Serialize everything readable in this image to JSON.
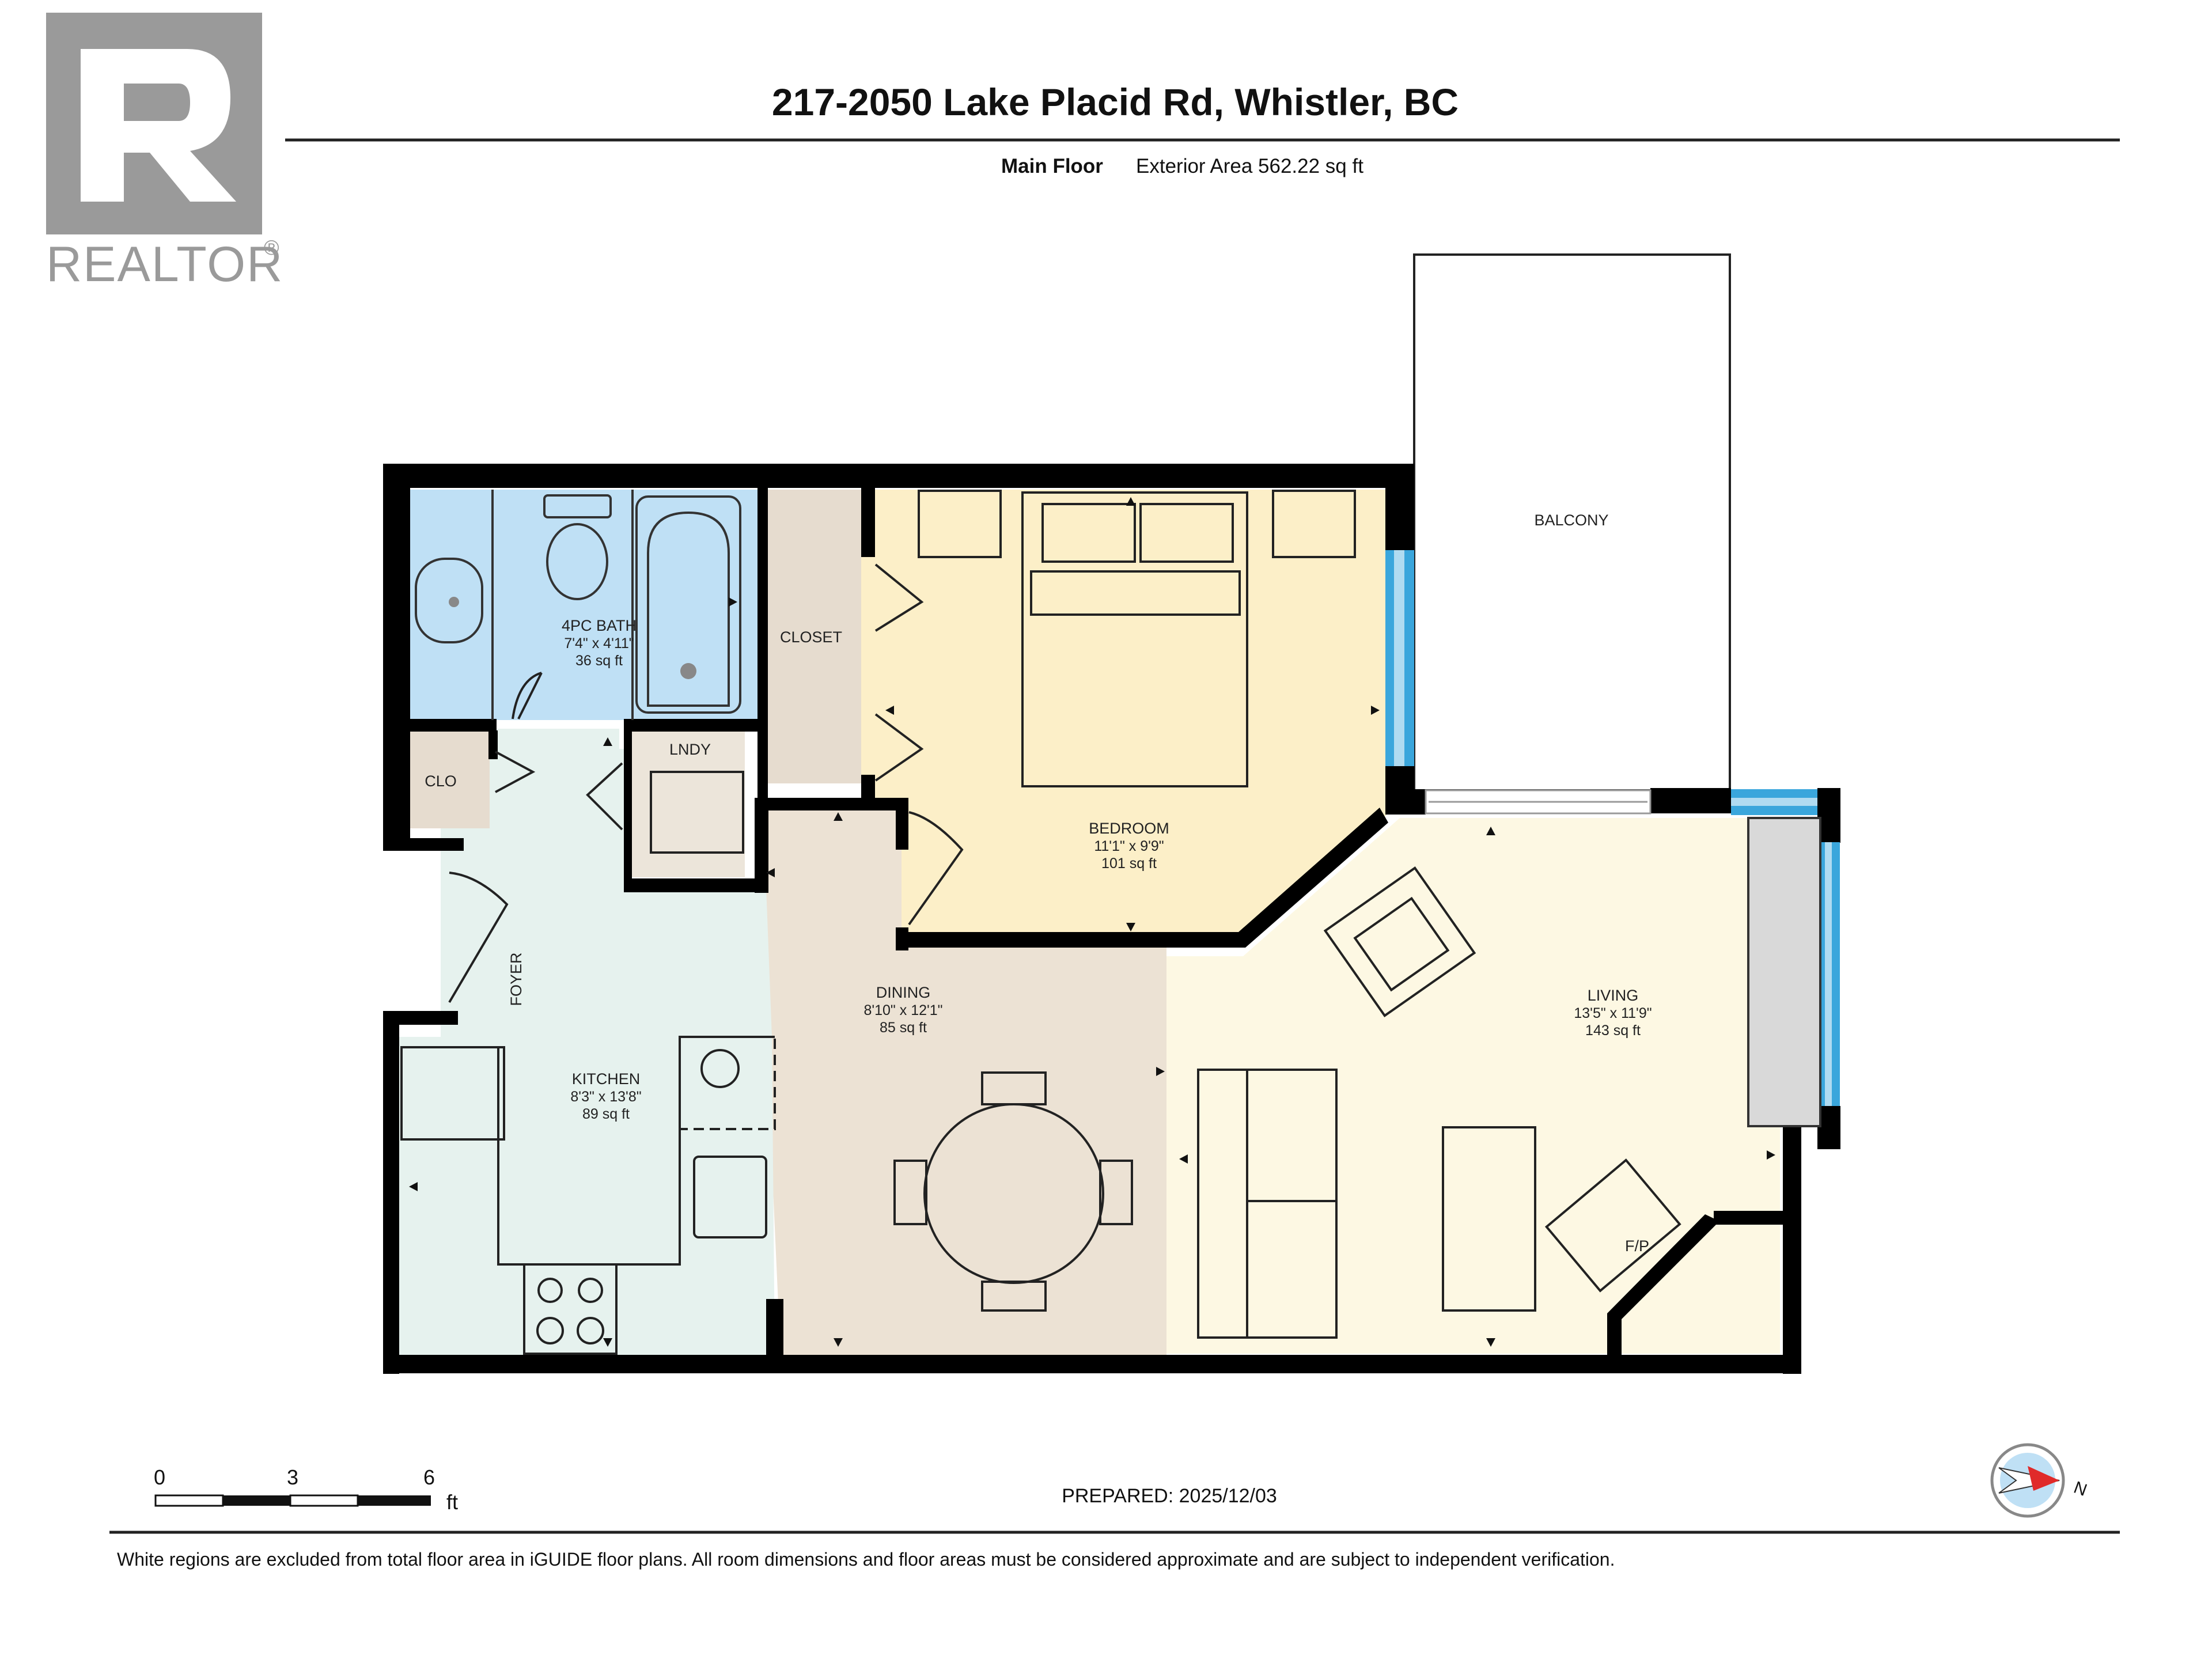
{
  "logo": {
    "text": "REALTOR",
    "mark": "®"
  },
  "header": {
    "title": "217-2050 Lake Placid Rd, Whistler, BC",
    "floor": "Main Floor",
    "area": "Exterior Area 562.22 sq ft"
  },
  "rooms": {
    "bath": {
      "name": "4PC BATH",
      "dims": "7'4\" x 4'11\"",
      "area": "36 sq ft"
    },
    "closet": {
      "name": "CLOSET"
    },
    "bedroom": {
      "name": "BEDROOM",
      "dims": "11'1\" x 9'9\"",
      "area": "101 sq ft"
    },
    "balcony": {
      "name": "BALCONY"
    },
    "clo": {
      "name": "CLO"
    },
    "lndy": {
      "name": "LNDY"
    },
    "foyer": {
      "name": "FOYER"
    },
    "dining": {
      "name": "DINING",
      "dims": "8'10\" x 12'1\"",
      "area": "85 sq ft"
    },
    "living": {
      "name": "LIVING",
      "dims": "13'5\" x 11'9\"",
      "area": "143 sq ft"
    },
    "kitchen": {
      "name": "KITCHEN",
      "dims": "8'3\" x 13'8\"",
      "area": "89 sq ft"
    },
    "fp": {
      "name": "F/P"
    }
  },
  "scale": {
    "ticks": [
      "0",
      "3",
      "6"
    ],
    "unit": "ft"
  },
  "prepared": "PREPARED: 2025/12/03",
  "compass": {
    "label": "N"
  },
  "footer": "White regions are excluded from total floor area in iGUIDE floor plans. All room dimensions and floor areas must be considered approximate and are subject to independent verification.",
  "colors": {
    "bath": "#bfe0f5",
    "closet": "#e6dccf",
    "bedroom": "#fcefc8",
    "living": "#fdf8e3",
    "dining": "#ece2d4",
    "kitchen": "#e6f2ee",
    "clo": "#e6dccf",
    "wall": "#000000",
    "window": "#3aa6dc"
  }
}
